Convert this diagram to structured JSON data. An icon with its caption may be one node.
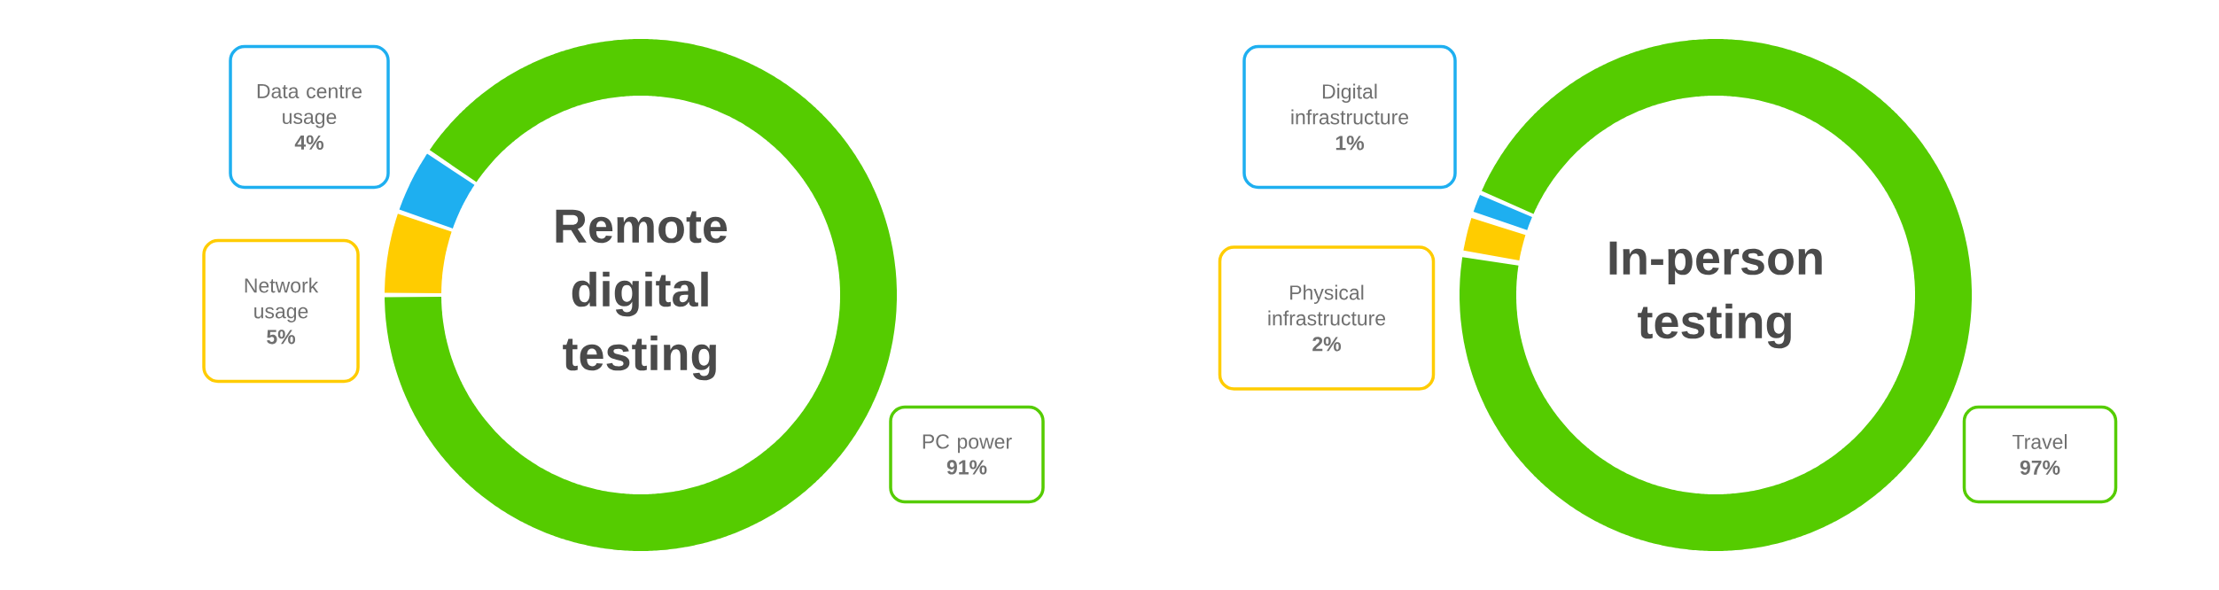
{
  "diagram": {
    "nodes": [
      {
        "text": [
          "Data centre usage",
          "4%"
        ]
      },
      {
        "text": [
          "Network usage",
          "5%"
        ]
      },
      {
        "text": [
          "Remote digital testing"
        ]
      },
      {
        "text": [
          "PC power",
          "91%"
        ]
      },
      {
        "text": [
          "Digital infrastructure",
          "1%"
        ]
      },
      {
        "text": [
          "Physical infrastructure",
          "2%"
        ]
      },
      {
        "text": [
          "In-person testing"
        ]
      },
      {
        "text": [
          "Travel",
          "97%"
        ]
      }
    ]
  }
}
